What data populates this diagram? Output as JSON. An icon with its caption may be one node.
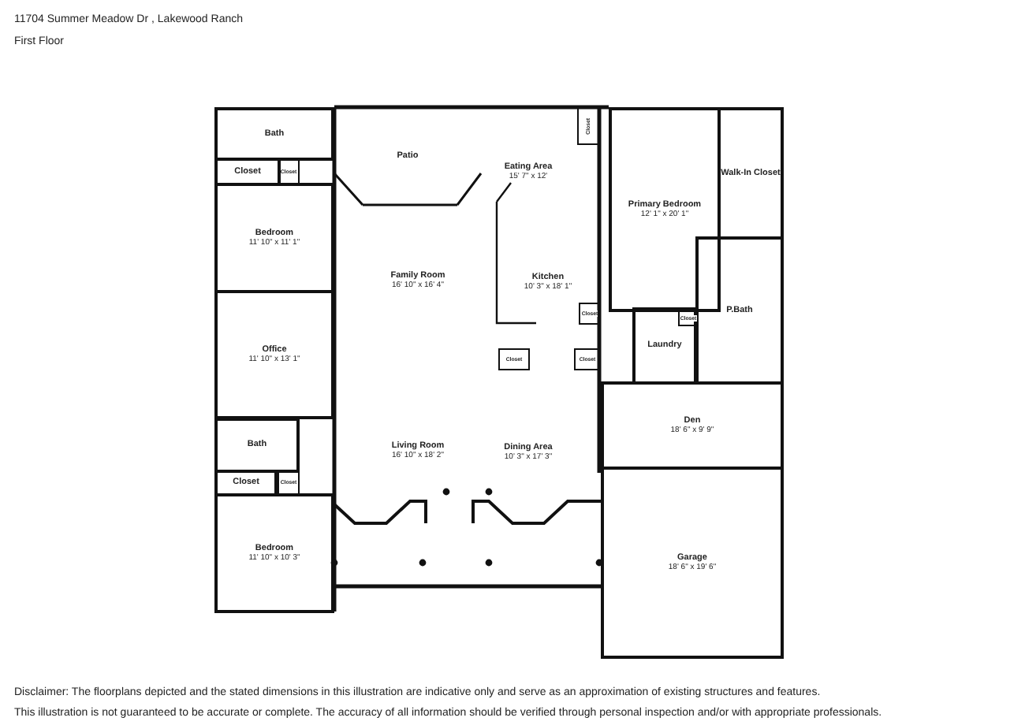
{
  "diagram": {
    "title": "11704 Summer Meadow Dr , Lakewood Ranch",
    "nodes": [
      {
        "text": [
          "Bath"
        ]
      },
      {
        "text": [
          "Patio"
        ]
      },
      {
        "text": [
          "Closet"
        ]
      },
      {
        "text": [
          "Eating Area",
          "15' 7\" x 12'"
        ]
      },
      {
        "text": [
          "Primary Bedroom",
          "12' 1\" x 20' 1\""
        ]
      },
      {
        "text": [
          "Walk-In Closet"
        ]
      },
      {
        "text": [
          "Closet"
        ]
      },
      {
        "text": [
          "Closet"
        ]
      },
      {
        "text": [
          "Bedroom",
          "11' 10\" x 11' 1\""
        ]
      },
      {
        "text": [
          "Family Room",
          "16' 10\" x 16' 4\""
        ]
      },
      {
        "text": [
          "Kitchen",
          "10' 3\" x 18' 1\""
        ]
      },
      {
        "text": [
          "Closet"
        ]
      },
      {
        "text": [
          "P.Bath"
        ]
      },
      {
        "text": [
          "Closet"
        ],
        "in": 14
      },
      {
        "text": [
          "Laundry"
        ]
      },
      {
        "text": [
          "Office",
          "11' 10\" x 13' 1\""
        ]
      },
      {
        "text": [
          "Closet"
        ]
      },
      {
        "text": [
          "Closet"
        ]
      },
      {
        "text": [
          "Den",
          "18' 6\" x 9' 9\""
        ]
      },
      {
        "text": [
          "Bath"
        ]
      },
      {
        "text": [
          "Living Room",
          "16' 10\" x 18' 2\""
        ]
      },
      {
        "text": [
          "Dining Area",
          "10' 3\" x 17' 3\""
        ]
      },
      {
        "text": [
          "Closet"
        ]
      },
      {
        "text": [
          "Closet"
        ]
      },
      {
        "text": [
          "Bedroom",
          "11' 10\" x 10' 3\""
        ]
      },
      {
        "text": [
          "Garage",
          "18' 6\" x 19' 6\""
        ]
      }
    ],
    "labels": [
      "First Floor",
      "Disclaimer: The floorplans depicted and the stated dimensions in this illustration are indicative only and serve as an approximation of existing structures and features.",
      "This illustration is not guaranteed to be accurate or complete. The accuracy of all information should be verified through personal inspection and/or with appropriate professionals."
    ]
  }
}
